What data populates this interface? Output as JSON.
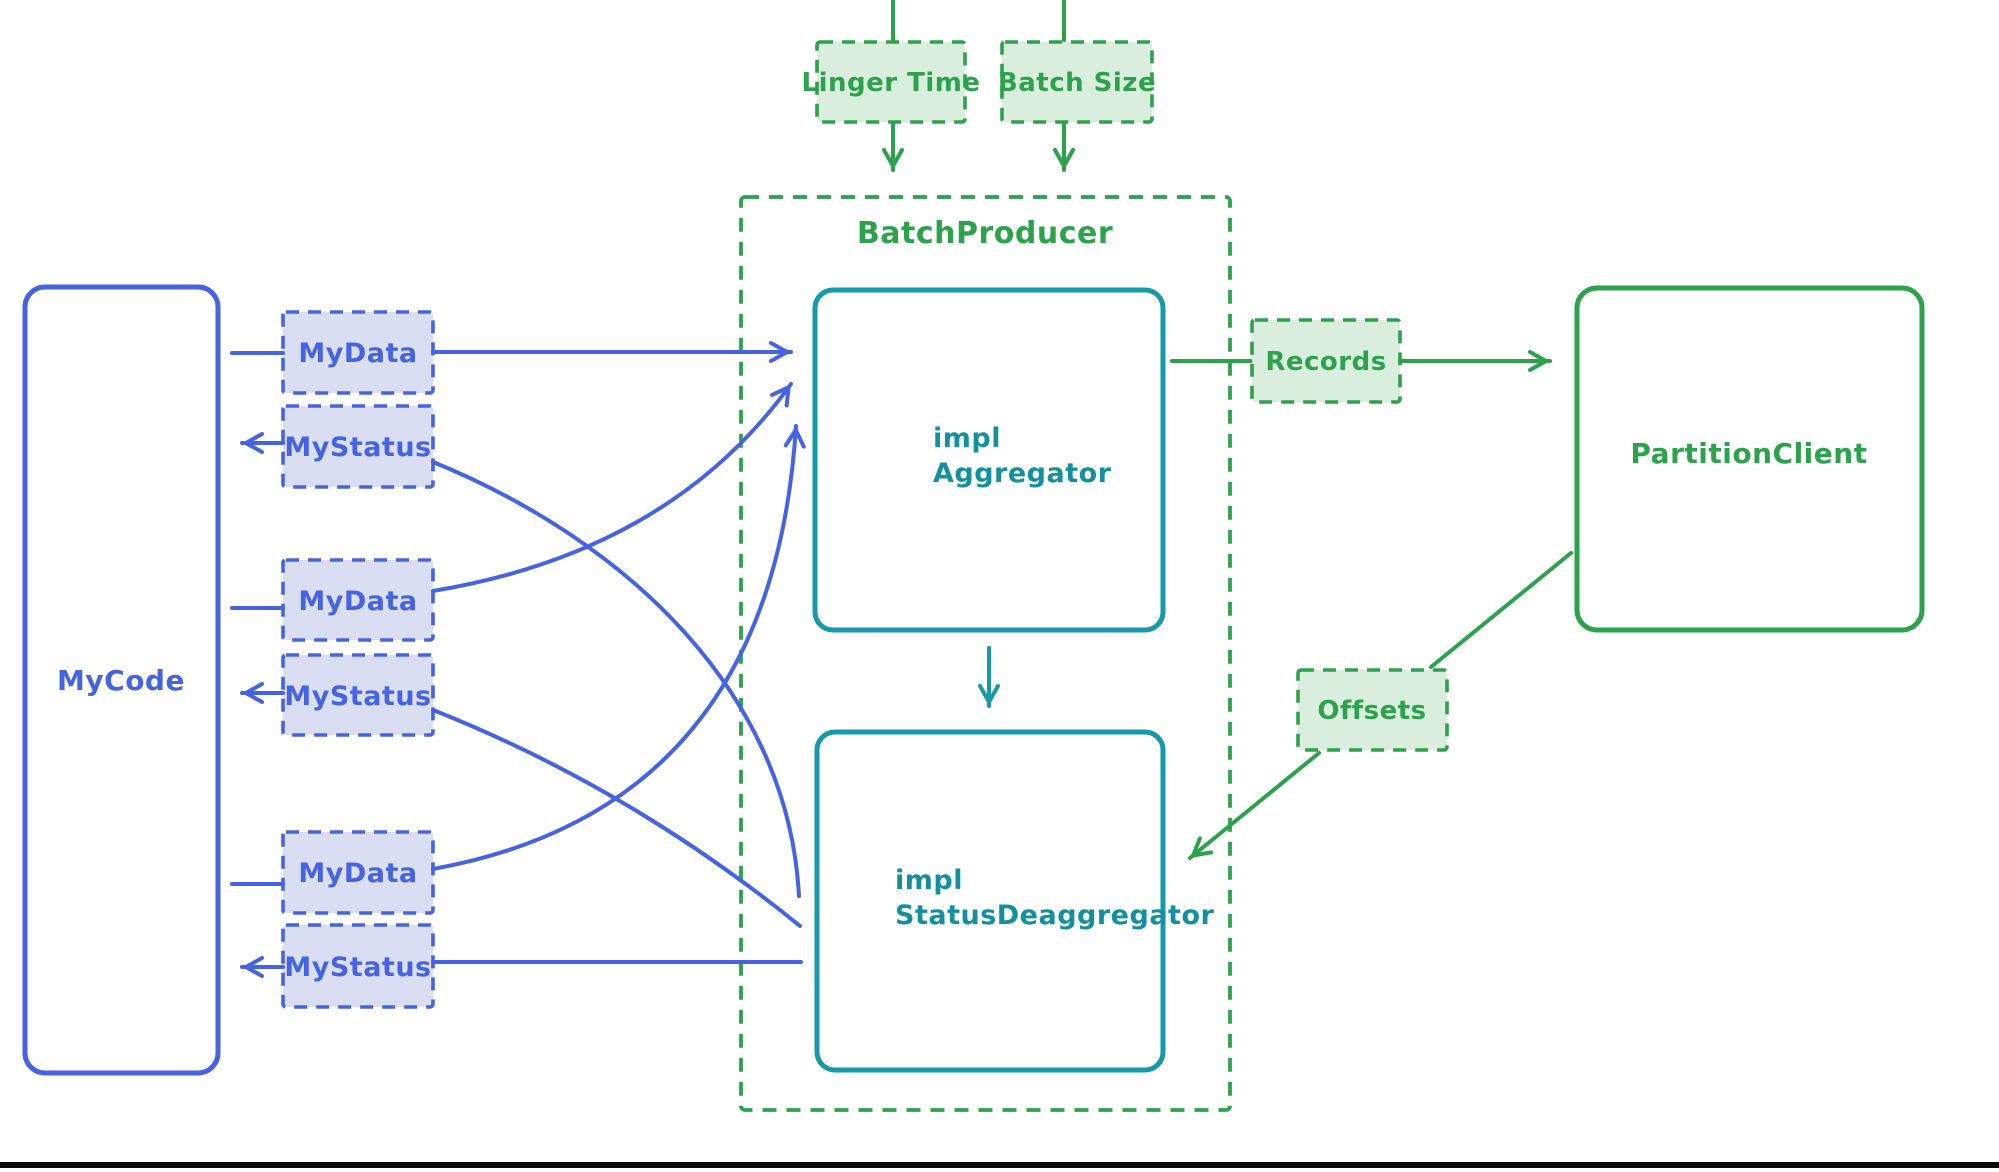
{
  "diagram": {
    "labels": {
      "my_code": "MyCode",
      "my_data": "MyData",
      "my_status": "MyStatus",
      "batch_producer": "BatchProducer",
      "linger_time": "Linger Time",
      "batch_size": "Batch Size",
      "records": "Records",
      "offsets": "Offsets",
      "partition_client": "PartitionClient",
      "aggregator_line1": "impl",
      "aggregator_line2": "Aggregator",
      "deaggregator_line1": "impl",
      "deaggregator_line2": "StatusDeaggregator"
    },
    "colors": {
      "blue_stroke": "#4663e6",
      "blue_fill": "#d9def3",
      "green_stroke": "#2ca24c",
      "green_fill": "#daeedd",
      "teal_stroke": "#1699a9",
      "bottom_rule": "#0a0a0a"
    }
  }
}
